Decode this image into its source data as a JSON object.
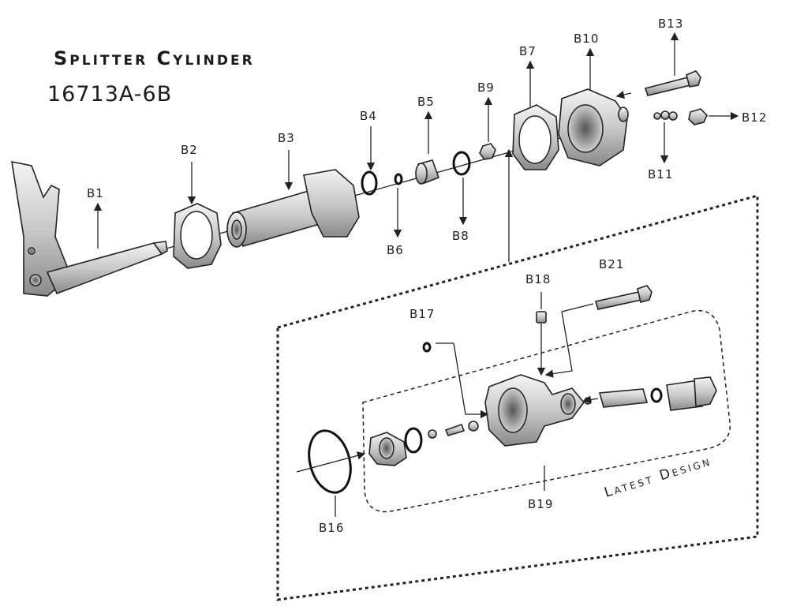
{
  "title": "Splitter Cylinder",
  "part_number": "16713A-6B",
  "section_label": "Latest Design",
  "callouts": {
    "b1": "B1",
    "b2": "B2",
    "b3": "B3",
    "b4": "B4",
    "b5": "B5",
    "b6": "B6",
    "b7": "B7",
    "b8": "B8",
    "b9": "B9",
    "b10": "B10",
    "b11": "B11",
    "b12": "B12",
    "b13": "B13",
    "b16": "B16",
    "b17": "B17",
    "b18": "B18",
    "b19": "B19",
    "b21": "B21"
  }
}
